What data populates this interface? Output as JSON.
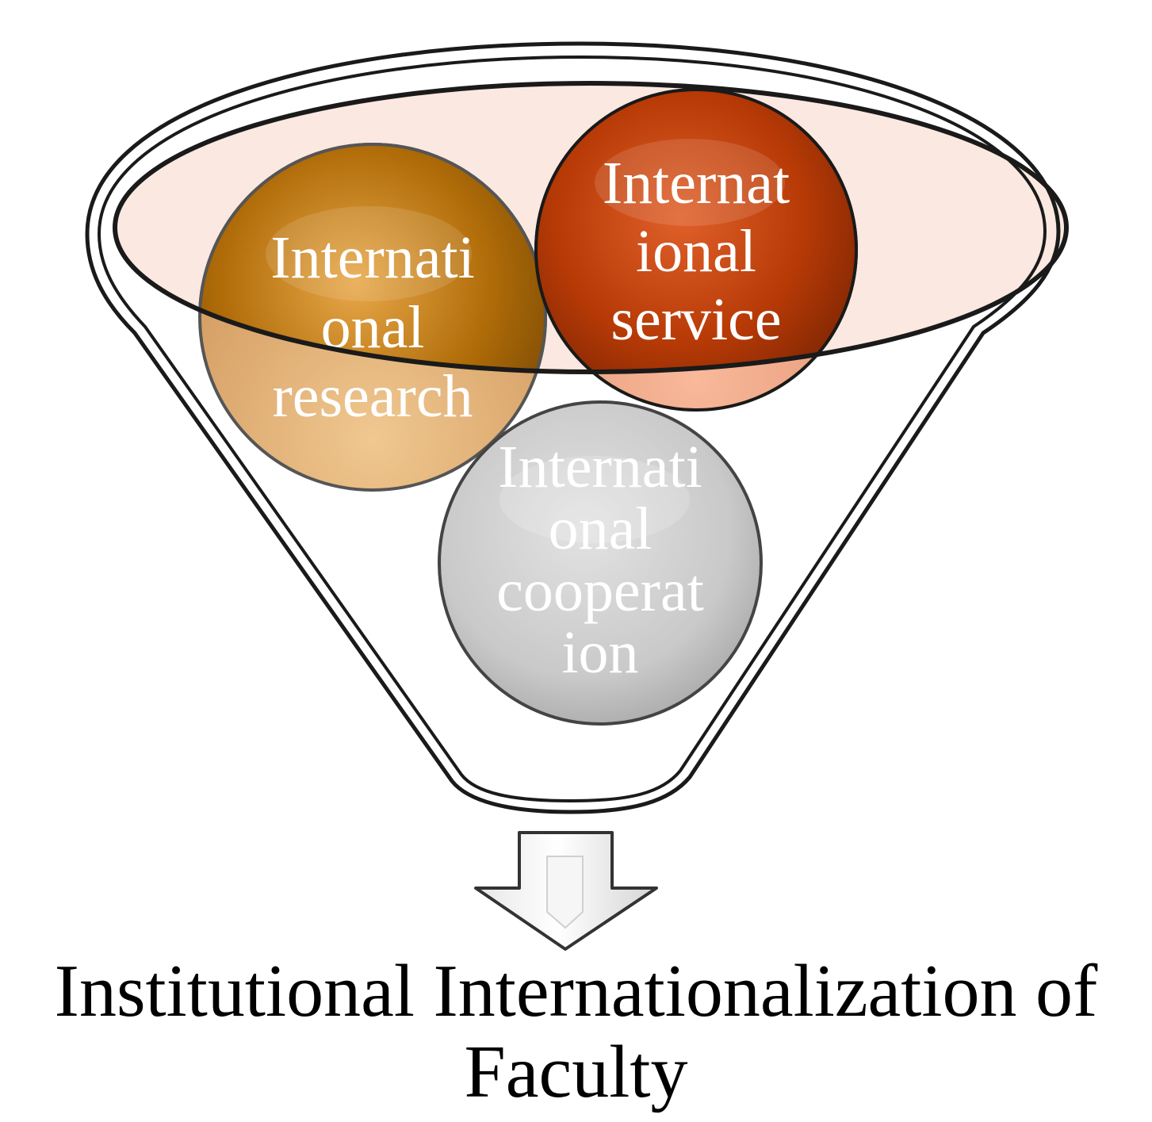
{
  "balls": {
    "research": {
      "lines": [
        "Internati",
        "onal",
        "research"
      ],
      "color_base": "#b06c08",
      "color_light": "#f5c98a"
    },
    "service": {
      "lines": [
        "Internat",
        "ional",
        "service"
      ],
      "color_base": "#b73a06",
      "color_light": "#f4a37e"
    },
    "cooperation": {
      "lines": [
        "Internati",
        "onal",
        "cooperat",
        "ion"
      ],
      "color_base": "#c8c8c8",
      "color_light": "#f5f5f5"
    }
  },
  "funnel": {
    "fill_top": "#fbe8e0"
  },
  "caption": {
    "line1": "Institutional Internationalization of",
    "line2": "Faculty"
  }
}
